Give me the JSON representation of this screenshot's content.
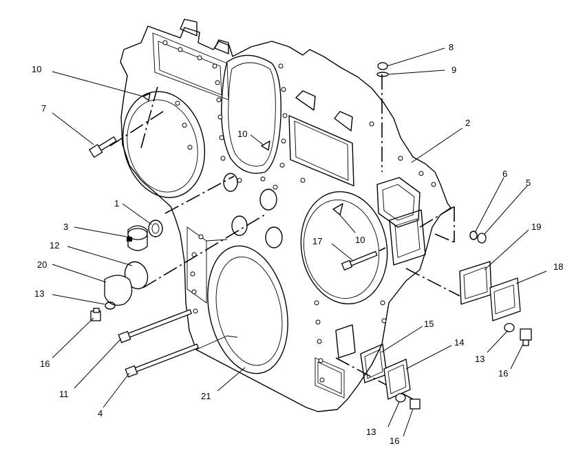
{
  "callouts": [
    {
      "id": "c1",
      "label": "1"
    },
    {
      "id": "c2",
      "label": "2"
    },
    {
      "id": "c3",
      "label": "3"
    },
    {
      "id": "c4",
      "label": "4"
    },
    {
      "id": "c5",
      "label": "5"
    },
    {
      "id": "c6",
      "label": "6"
    },
    {
      "id": "c7",
      "label": "7"
    },
    {
      "id": "c8",
      "label": "8"
    },
    {
      "id": "c9",
      "label": "9"
    },
    {
      "id": "c10a",
      "label": "10"
    },
    {
      "id": "c10b",
      "label": "10"
    },
    {
      "id": "c10c",
      "label": "10"
    },
    {
      "id": "c11",
      "label": "11"
    },
    {
      "id": "c12",
      "label": "12"
    },
    {
      "id": "c13a",
      "label": "13"
    },
    {
      "id": "c13b",
      "label": "13"
    },
    {
      "id": "c13c",
      "label": "13"
    },
    {
      "id": "c14",
      "label": "14"
    },
    {
      "id": "c15",
      "label": "15"
    },
    {
      "id": "c16a",
      "label": "16"
    },
    {
      "id": "c16b",
      "label": "16"
    },
    {
      "id": "c16c",
      "label": "16"
    },
    {
      "id": "c17",
      "label": "17"
    },
    {
      "id": "c18",
      "label": "18"
    },
    {
      "id": "c19",
      "label": "19"
    },
    {
      "id": "c20",
      "label": "20"
    },
    {
      "id": "c21",
      "label": "21"
    }
  ]
}
